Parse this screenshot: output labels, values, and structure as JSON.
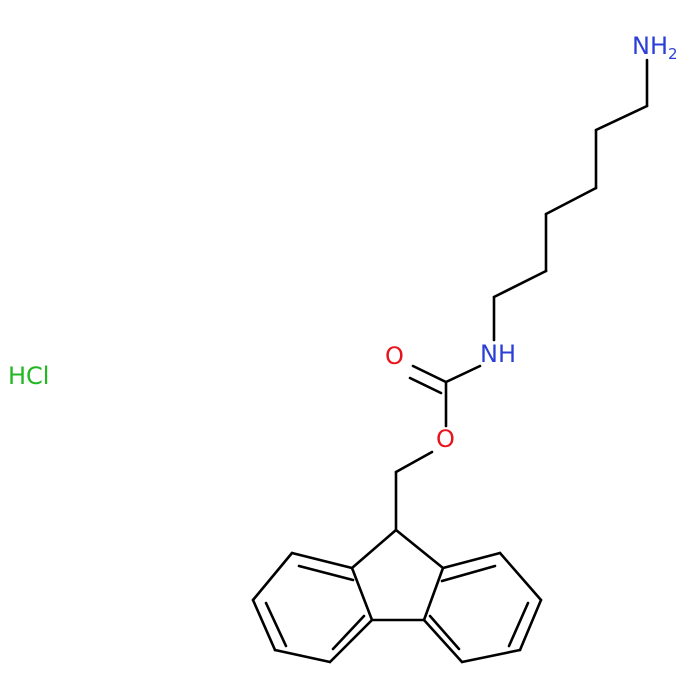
{
  "structure": {
    "labels": {
      "terminal_amine": {
        "main": "NH",
        "subscript": "2"
      },
      "carbamate_nh": "NH",
      "carbonyl_o": "O",
      "ester_o": "O",
      "salt": "HCl"
    }
  },
  "colors": {
    "bond": "#000000",
    "nitrogen": "#2b3fd6",
    "oxygen": "#e8141b",
    "chlorine": "#22b822"
  }
}
